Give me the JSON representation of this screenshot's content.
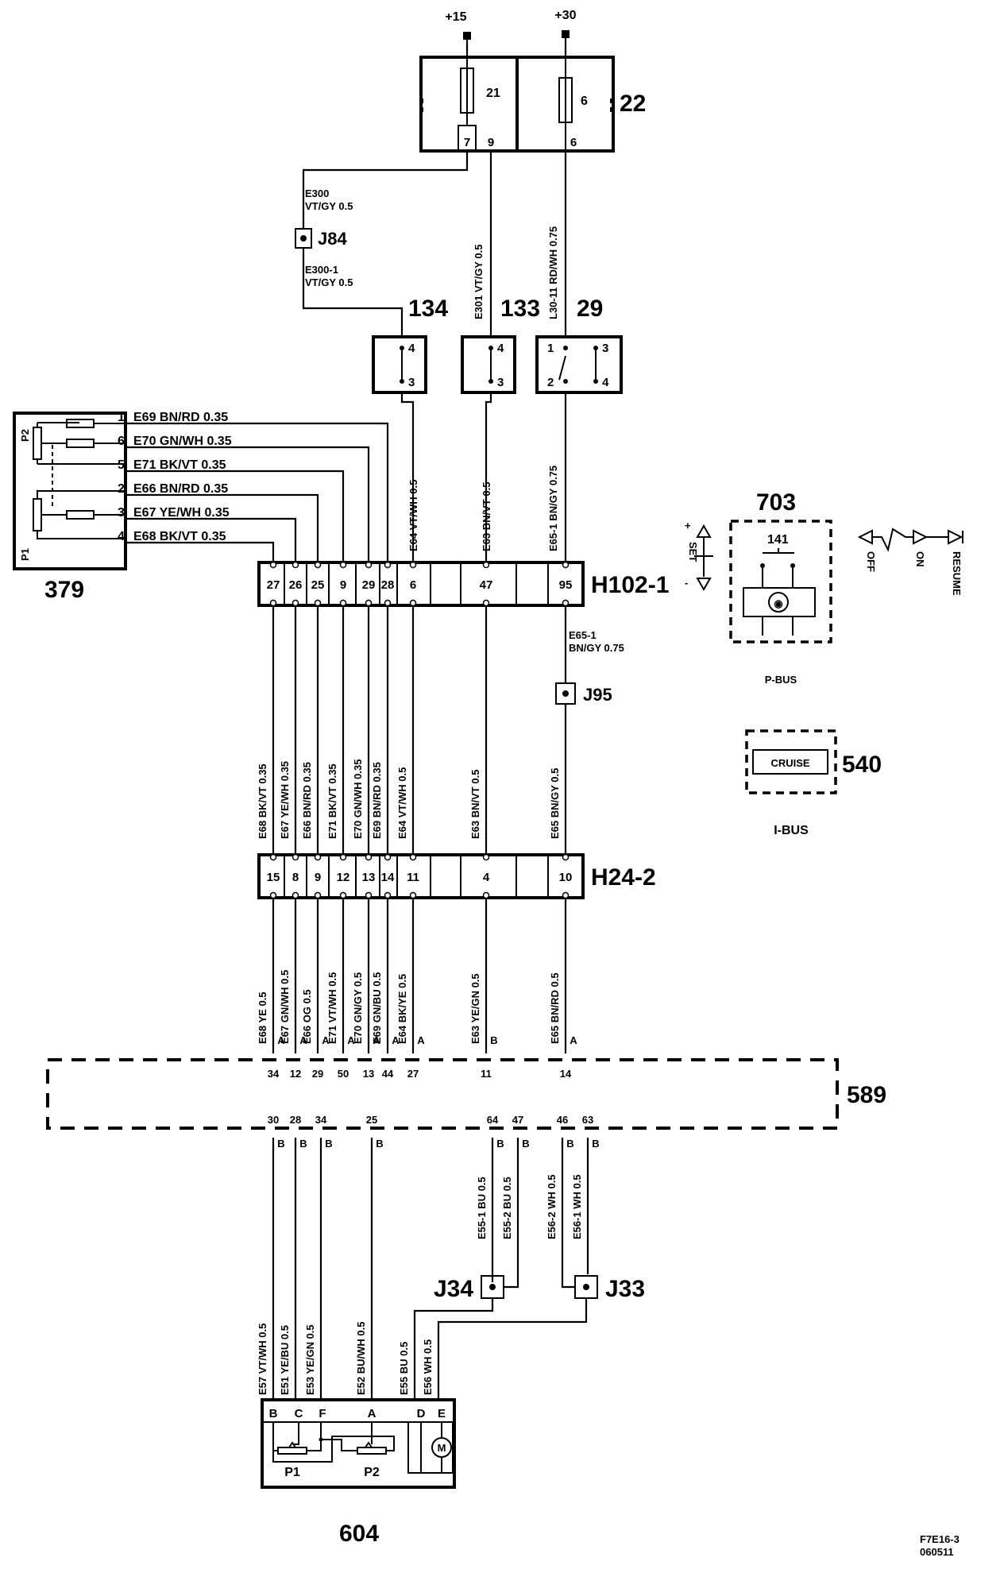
{
  "supply": {
    "plus15": "+15",
    "plus30": "+30"
  },
  "fusebox": {
    "id": "22",
    "fuse_a": "21",
    "fuse_b": "6",
    "pin7": "7",
    "pin9": "9",
    "pin6": "6"
  },
  "wires_top": {
    "e300": "E300",
    "e300_spec": "VT/GY  0.5",
    "j84": "J84",
    "e300_1": "E300-1",
    "e300_1_spec": "VT/GY  0.5",
    "e301": "E301  VT/GY  0.5",
    "l30_11": "L30-11  RD/WH  0.75"
  },
  "switches": {
    "s134": {
      "id": "134",
      "p4": "4",
      "p3": "3"
    },
    "s133": {
      "id": "133",
      "p4": "4",
      "p3": "3"
    },
    "s29": {
      "id": "29",
      "p1": "1",
      "p2": "2",
      "p3": "3",
      "p4": "4"
    }
  },
  "comp379": {
    "id": "379",
    "p1": "P1",
    "p2": "P2",
    "rows": [
      {
        "pin": "1",
        "label": "E69  BN/RD  0.35"
      },
      {
        "pin": "6",
        "label": "E70  GN/WH  0.35"
      },
      {
        "pin": "5",
        "label": "E71  BK/VT  0.35"
      },
      {
        "pin": "2",
        "label": "E66  BN/RD  0.35"
      },
      {
        "pin": "3",
        "label": "E67  YE/WH  0.35"
      },
      {
        "pin": "4",
        "label": "E68  BK/VT  0.35"
      }
    ]
  },
  "upper_vert": {
    "e64": "E64  VT/WH  0.5",
    "e63": "E63  BN/VT  0.5",
    "e65_1": "E65-1  BN/GY  0.75"
  },
  "h102": {
    "id": "H102-1",
    "pins": [
      "27",
      "26",
      "25",
      "9",
      "29",
      "28",
      "6",
      "47",
      "95"
    ]
  },
  "e65_1_side": {
    "l1": "E65-1",
    "l2": "BN/GY  0.75"
  },
  "j95": "J95",
  "mid_wires": [
    "E68  BK/VT  0.35",
    "E67  YE/WH  0.35",
    "E66  BN/RD  0.35",
    "E71  BK/VT  0.35",
    "E70  GN/WH  0.35",
    "E69  BN/RD  0.35",
    "E64  VT/WH  0.5",
    "E63  BN/VT  0.5",
    "E65  BN/GY  0.5"
  ],
  "h24": {
    "id": "H24-2",
    "pins": [
      "15",
      "8",
      "9",
      "12",
      "13",
      "14",
      "11",
      "4",
      "10"
    ]
  },
  "low_wires": [
    "E68  YE  0.5",
    "E67  GN/WH  0.5",
    "E66  OG  0.5",
    "E71  VT/WH  0.5",
    "E70  GN/GY  0.5",
    "E69  GN/BU  0.5",
    "E64  BK/YE  0.5",
    "E63  YE/GN  0.5",
    "E65  BN/RD  0.5"
  ],
  "ecu589": {
    "id": "589",
    "top_conn": [
      "A",
      "A",
      "A",
      "A",
      "A",
      "A",
      "A",
      "B",
      "A"
    ],
    "top_pins": [
      "34",
      "12",
      "29",
      "50",
      "13",
      "44",
      "27",
      "11",
      "14"
    ],
    "bot_pins": [
      "30",
      "28",
      "34",
      "25",
      "64",
      "47",
      "46",
      "63"
    ],
    "bot_conn": [
      "B",
      "B",
      "B",
      "B",
      "B",
      "B",
      "B",
      "B"
    ]
  },
  "e55_wires": [
    "E55-1  BU  0.5",
    "E55-2  BU  0.5",
    "E56-2  WH  0.5",
    "E56-1  WH  0.5"
  ],
  "j34": "J34",
  "j33": "J33",
  "bottom_wires": [
    "E57  VT/WH  0.5",
    "E51  YE/BU  0.5",
    "E53  YE/GN  0.5",
    "E52  BU/WH  0.5",
    "E55  BU  0.5",
    "E56  WH  0.5"
  ],
  "comp604": {
    "id": "604",
    "pins": [
      "B",
      "C",
      "F",
      "A",
      "D",
      "E"
    ],
    "p1": "P1",
    "p2": "P2",
    "motor": "M"
  },
  "comp703": {
    "id": "703",
    "sw": "141",
    "bus": "P-BUS"
  },
  "comp540": {
    "id": "540",
    "label": "CRUISE",
    "bus": "I-BUS"
  },
  "controls": {
    "set_plus": "+",
    "set_minus": "-",
    "set": "SET",
    "off": "OFF",
    "on": "ON",
    "resume": "RESUME"
  },
  "footer": {
    "code": "F7E16-3",
    "date": "060511"
  }
}
